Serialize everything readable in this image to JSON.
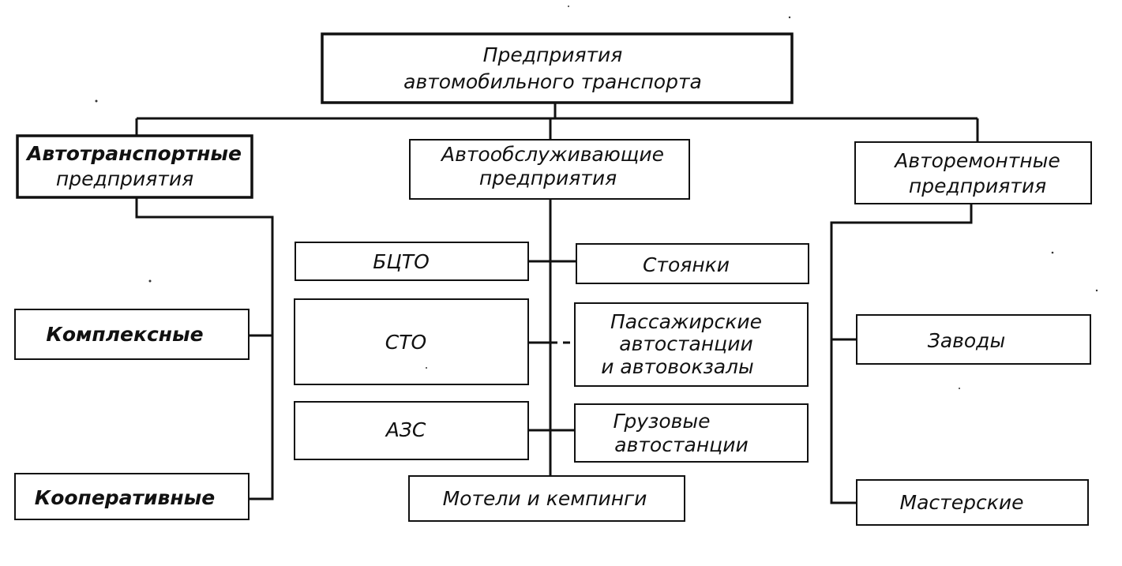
{
  "diagram": {
    "root": [
      "Предприятия",
      "автомобильного транспорта"
    ],
    "branches": {
      "transport": {
        "title": [
          "Автотранспортные",
          "предприятия"
        ],
        "children": [
          [
            "Комплексные"
          ],
          [
            "Кооперативные"
          ]
        ]
      },
      "service": {
        "title": [
          "Автообслуживающие",
          "предприятия"
        ],
        "left_children": [
          [
            "БЦТО"
          ],
          [
            "СТО"
          ],
          [
            "АЗС"
          ]
        ],
        "right_children": [
          [
            "Стоянки"
          ],
          [
            "Пассажирские",
            "автостанции",
            "и автовокзалы"
          ],
          [
            "Грузовые",
            "автостанции"
          ]
        ],
        "bottom_child": [
          "Мотели и кемпинги"
        ]
      },
      "repair": {
        "title": [
          "Авторемонтные",
          "предприятия"
        ],
        "children": [
          [
            "Заводы"
          ],
          [
            "Мастерские"
          ]
        ]
      }
    }
  }
}
